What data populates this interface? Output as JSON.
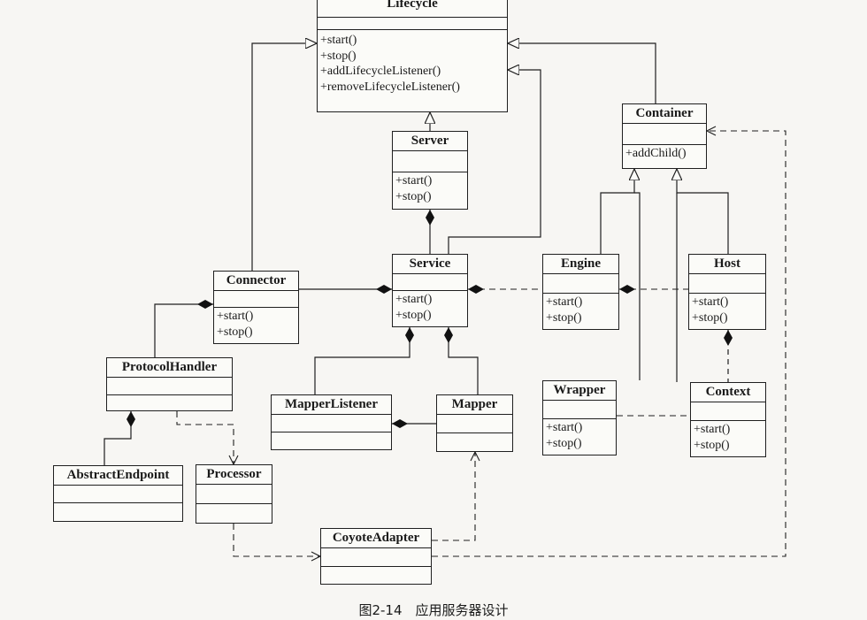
{
  "caption": "图2-14　应用服务器设计",
  "classes": {
    "lifecycle": {
      "name": "Lifecycle",
      "ops": [
        "+start()",
        "+stop()",
        "+addLifecycleListener()",
        "+removeLifecycleListener()"
      ]
    },
    "server": {
      "name": "Server",
      "ops": [
        "+start()",
        "+stop()"
      ]
    },
    "container": {
      "name": "Container",
      "ops": [
        "+addChild()"
      ]
    },
    "service": {
      "name": "Service",
      "ops": [
        "+start()",
        "+stop()"
      ]
    },
    "connector": {
      "name": "Connector",
      "ops": [
        "+start()",
        "+stop()"
      ]
    },
    "engine": {
      "name": "Engine",
      "ops": [
        "+start()",
        "+stop()"
      ]
    },
    "host": {
      "name": "Host",
      "ops": [
        "+start()",
        "+stop()"
      ]
    },
    "protocol_handler": {
      "name": "ProtocolHandler",
      "ops": []
    },
    "mapper_listener": {
      "name": "MapperListener",
      "ops": []
    },
    "mapper": {
      "name": "Mapper",
      "ops": []
    },
    "wrapper": {
      "name": "Wrapper",
      "ops": [
        "+start()",
        "+stop()"
      ]
    },
    "context": {
      "name": "Context",
      "ops": [
        "+start()",
        "+stop()"
      ]
    },
    "abstract_endpoint": {
      "name": "AbstractEndpoint",
      "ops": []
    },
    "processor": {
      "name": "Processor",
      "ops": []
    },
    "coyote_adapter": {
      "name": "CoyoteAdapter",
      "ops": []
    }
  }
}
